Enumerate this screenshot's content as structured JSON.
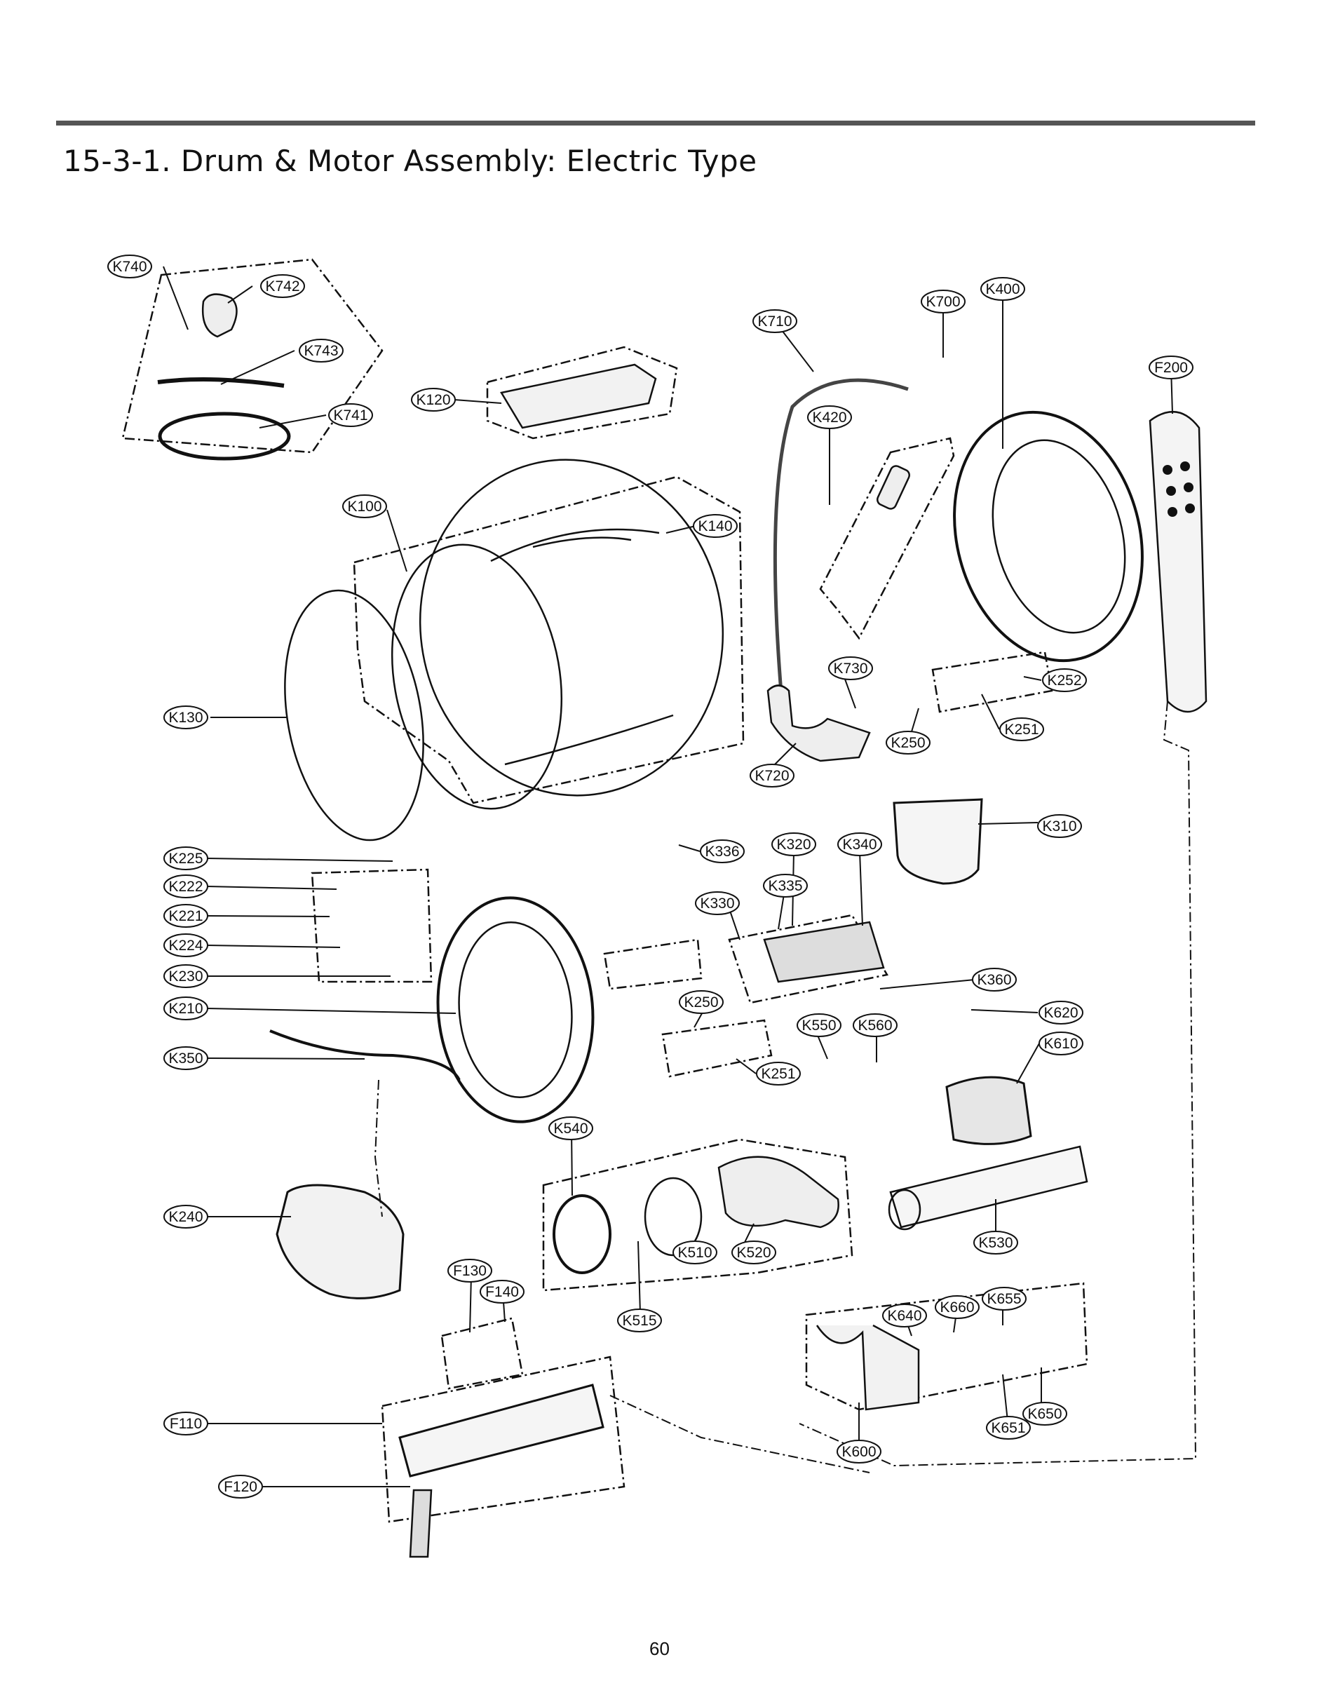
{
  "header": {
    "title": "15-3-1. Drum & Motor Assembly: Electric Type"
  },
  "callouts": [
    "K740",
    "K742",
    "K743",
    "K741",
    "K120",
    "K710",
    "K700",
    "K400",
    "F200",
    "K420",
    "K100",
    "K140",
    "K130",
    "K730",
    "K252",
    "K251",
    "K250",
    "K720",
    "K310",
    "K336",
    "K320",
    "K340",
    "K335",
    "K330",
    "K225",
    "K222",
    "K221",
    "K224",
    "K230",
    "K360",
    "K210",
    "K250",
    "K620",
    "K550",
    "K560",
    "K610",
    "K350",
    "K251",
    "K540",
    "K240",
    "K510",
    "K520",
    "K530",
    "F130",
    "F140",
    "K515",
    "K640",
    "K660",
    "K655",
    "F110",
    "K651",
    "K650",
    "K600",
    "F120"
  ],
  "footer": {
    "page_number": "60"
  }
}
